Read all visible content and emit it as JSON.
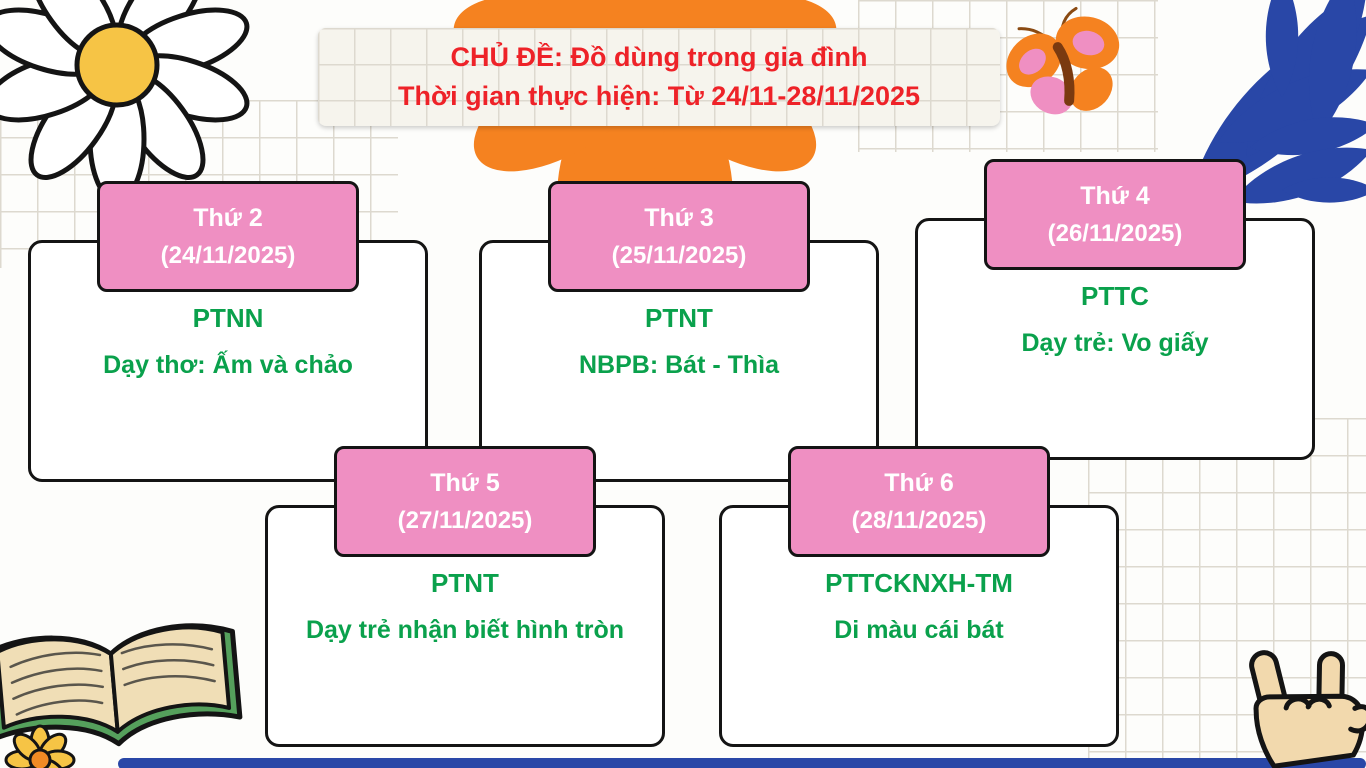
{
  "banner": {
    "line1": "CHỦ ĐỀ: Đồ dùng trong gia đình",
    "line2": "Thời gian thực hiện: Từ 24/11-28/11/2025"
  },
  "cards": [
    {
      "day": "Thứ 2",
      "date": "(24/11/2025)",
      "subject": "PTNN",
      "activity": "Dạy thơ: Ấm và chảo"
    },
    {
      "day": "Thứ 3",
      "date": "(25/11/2025)",
      "subject": "PTNT",
      "activity": "NBPB: Bát - Thìa"
    },
    {
      "day": "Thứ 4",
      "date": "(26/11/2025)",
      "subject": "PTTC",
      "activity": "Dạy trẻ: Vo giấy"
    },
    {
      "day": "Thứ 5",
      "date": "(27/11/2025)",
      "subject": "PTNT",
      "activity": "Dạy trẻ nhận biết hình tròn"
    },
    {
      "day": "Thứ 6",
      "date": "(28/11/2025)",
      "subject": "PTTCKNXH-TM",
      "activity": "Di màu cái bát"
    }
  ],
  "decorations": {
    "top_left": "white-daisy-flower",
    "top_center": "orange-flower",
    "top_right": "blue-leaf-cluster",
    "banner_right": "butterfly",
    "bottom_left": "open-book",
    "bottom_left_corner": "yellow-flower",
    "bottom_right": "rock-hand-gesture",
    "bottom_edge": "blue-strip"
  },
  "colors": {
    "title-red": "#ee2228",
    "tab-pink": "#ef8fc2",
    "lesson-green": "#0aa14c",
    "ink": "#141414",
    "flower-orange": "#f58220",
    "deco-blue": "#2947a7",
    "daisy-yellow": "#f6c445",
    "paper": "#f6f4ed",
    "grid-line": "#ddd9cf",
    "hand-skin": "#f2d9ad",
    "book-green": "#55a05c",
    "book-page": "#f0deb6"
  }
}
